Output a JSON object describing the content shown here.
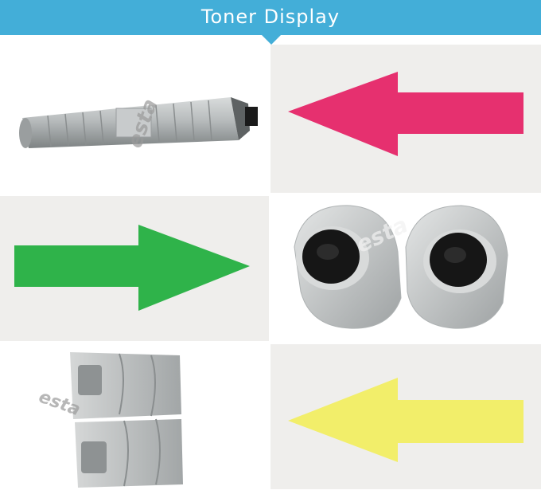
{
  "header": {
    "title": "Toner Display"
  },
  "watermark_text": "esta",
  "colors": {
    "header": "#43aed8",
    "arrow_magenta": "#e6306f",
    "arrow_green": "#2fb34a",
    "arrow_yellow": "#f2ee6a",
    "panel_bg": "#efeeec"
  },
  "grid": [
    {
      "content": "toner-tube-photo",
      "arrow": null
    },
    {
      "content": "arrow",
      "arrow": "left",
      "color": "magenta"
    },
    {
      "content": "arrow",
      "arrow": "right",
      "color": "green"
    },
    {
      "content": "toner-bottles-photo",
      "arrow": null
    },
    {
      "content": "toner-cartridges-photo",
      "arrow": null
    },
    {
      "content": "arrow",
      "arrow": "left",
      "color": "yellow"
    }
  ]
}
